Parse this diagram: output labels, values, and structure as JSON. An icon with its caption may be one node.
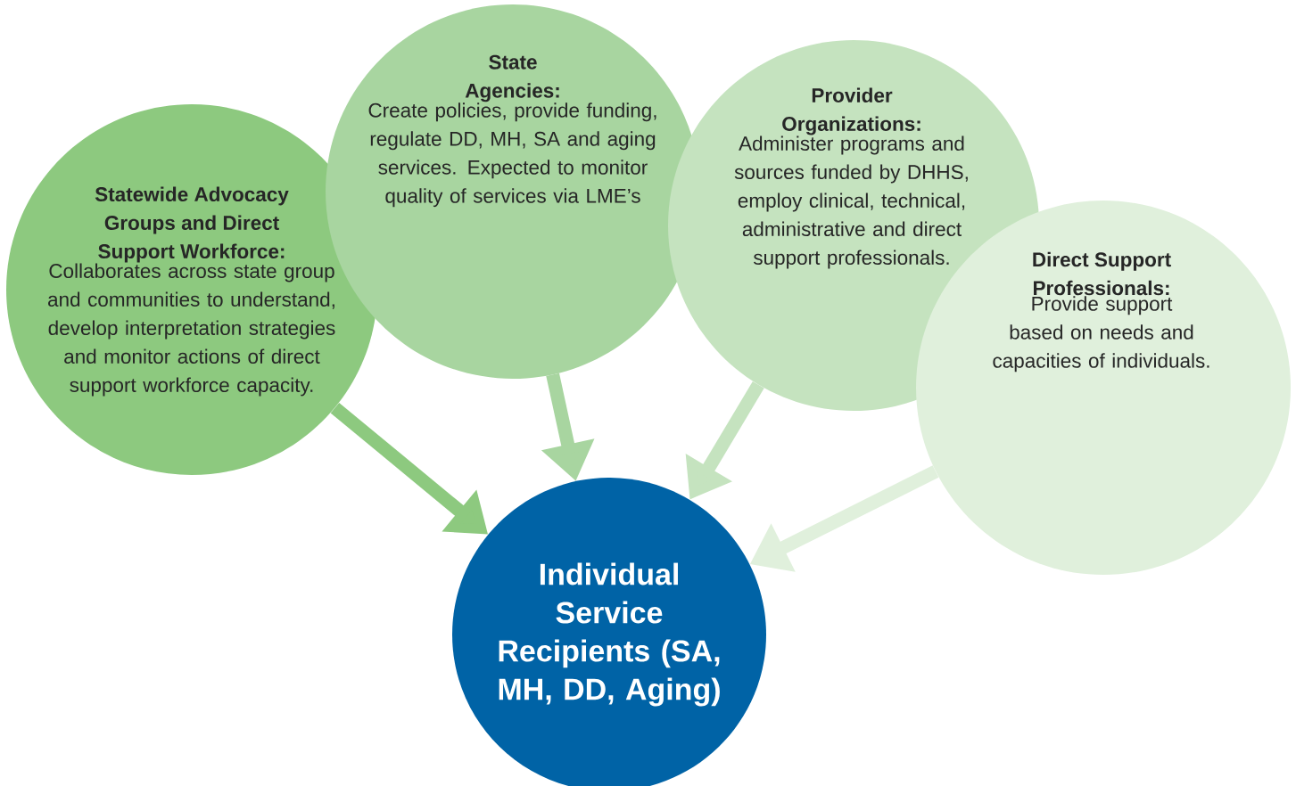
{
  "diagram": {
    "nodes": [
      {
        "text": [
          "Statewide Advocacy Groups and Direct Support Workforce:",
          "Collaborates across state group and communities to understand, develop interpretation strategies and monitor actions of direct support workforce capacity."
        ]
      },
      {
        "text": [
          "State Agencies:",
          "Create policies, provide funding, regulate DD, MH, SA and aging services. Expected to monitor quality of services via LME’s"
        ]
      },
      {
        "text": [
          "Provider Organizations:",
          "Administer programs and sources funded by DHHS, employ clinical, technical, administrative and direct support professionals."
        ]
      },
      {
        "text": [
          "Direct Support Professionals:",
          "Provide support based on needs and capacities of individuals."
        ]
      },
      {
        "text": [
          "Individual Service Recipients (SA, MH, DD, Aging)"
        ]
      }
    ],
    "edges": [
      {
        "from": 0,
        "to": 4,
        "arrow": "to",
        "color": "#8dc97f"
      },
      {
        "from": 1,
        "to": 4,
        "arrow": "to",
        "color": "#a8d5a0"
      },
      {
        "from": 2,
        "to": 4,
        "arrow": "to",
        "color": "#c5e3bf"
      },
      {
        "from": 3,
        "to": 4,
        "arrow": "to",
        "color": "#e0f0dc"
      }
    ]
  }
}
